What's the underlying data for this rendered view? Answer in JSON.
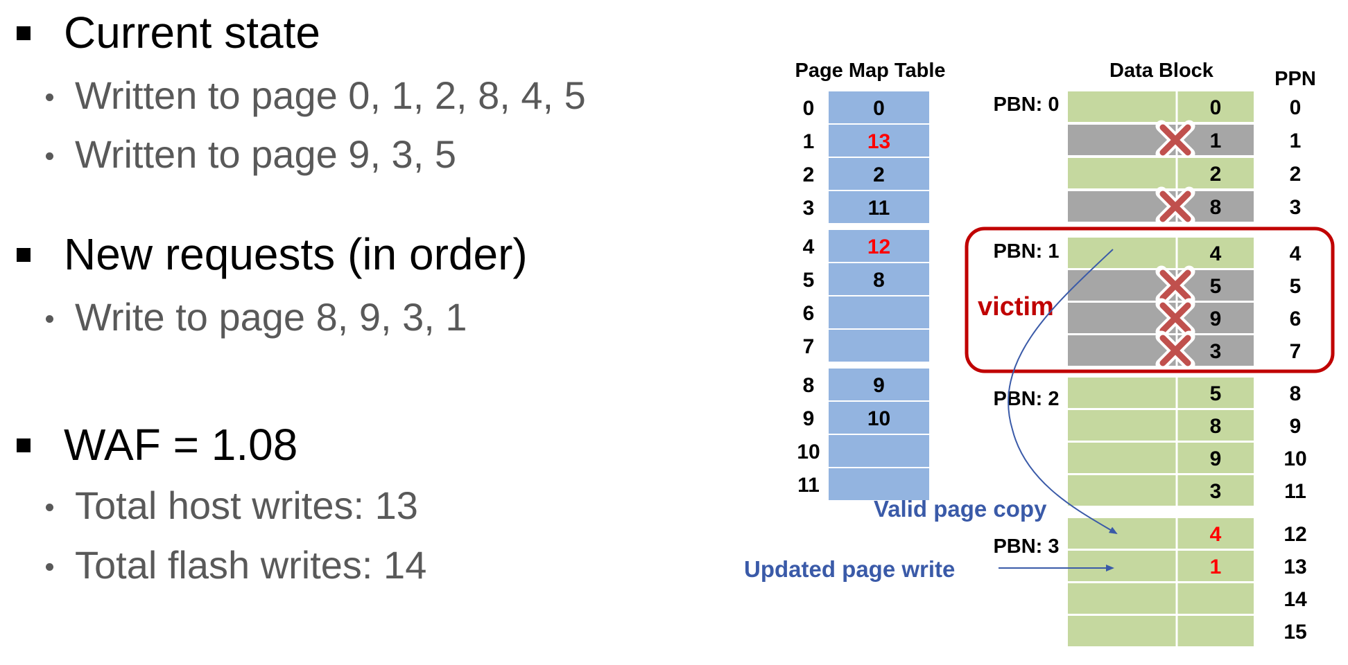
{
  "slide": {
    "sections": [
      {
        "heading": "Current state",
        "items": [
          "Written to page 0, 1, 2, 8, 4, 5",
          "Written to page 9, 3, 5"
        ]
      },
      {
        "heading": "New requests (in order)",
        "items": [
          "Write to page 8, 9, 3, 1"
        ]
      },
      {
        "heading": "WAF = 1.08",
        "items": [
          "Total host writes: 13",
          "Total flash writes: 14"
        ]
      }
    ]
  },
  "diagram": {
    "pmt_title": "Page Map Table",
    "db_title": "Data Block",
    "ppn_title": "PPN",
    "pmt_rows": [
      {
        "index": "0",
        "value": "0",
        "highlight": false
      },
      {
        "index": "1",
        "value": "13",
        "highlight": true
      },
      {
        "index": "2",
        "value": "2",
        "highlight": false
      },
      {
        "index": "3",
        "value": "11",
        "highlight": false
      },
      {
        "index": "4",
        "value": "12",
        "highlight": true
      },
      {
        "index": "5",
        "value": "8",
        "highlight": false
      },
      {
        "index": "6",
        "value": "",
        "highlight": false
      },
      {
        "index": "7",
        "value": "",
        "highlight": false
      },
      {
        "index": "8",
        "value": "9",
        "highlight": false
      },
      {
        "index": "9",
        "value": "10",
        "highlight": false
      },
      {
        "index": "10",
        "value": "",
        "highlight": false
      },
      {
        "index": "11",
        "value": "",
        "highlight": false
      }
    ],
    "pbn_labels": [
      "PBN: 0",
      "PBN: 1",
      "PBN: 2",
      "PBN: 3"
    ],
    "data_rows": [
      {
        "ppn": "0",
        "lpn": "0",
        "state": "valid",
        "new": false
      },
      {
        "ppn": "1",
        "lpn": "1",
        "state": "invalid",
        "new": false
      },
      {
        "ppn": "2",
        "lpn": "2",
        "state": "valid",
        "new": false
      },
      {
        "ppn": "3",
        "lpn": "8",
        "state": "invalid",
        "new": false
      },
      {
        "ppn": "4",
        "lpn": "4",
        "state": "valid",
        "new": false
      },
      {
        "ppn": "5",
        "lpn": "5",
        "state": "invalid",
        "new": false
      },
      {
        "ppn": "6",
        "lpn": "9",
        "state": "invalid",
        "new": false
      },
      {
        "ppn": "7",
        "lpn": "3",
        "state": "invalid",
        "new": false
      },
      {
        "ppn": "8",
        "lpn": "5",
        "state": "valid",
        "new": false
      },
      {
        "ppn": "9",
        "lpn": "8",
        "state": "valid",
        "new": false
      },
      {
        "ppn": "10",
        "lpn": "9",
        "state": "valid",
        "new": false
      },
      {
        "ppn": "11",
        "lpn": "3",
        "state": "valid",
        "new": false
      },
      {
        "ppn": "12",
        "lpn": "4",
        "state": "valid",
        "new": true
      },
      {
        "ppn": "13",
        "lpn": "1",
        "state": "valid",
        "new": true
      },
      {
        "ppn": "14",
        "lpn": "",
        "state": "valid",
        "new": false
      },
      {
        "ppn": "15",
        "lpn": "",
        "state": "valid",
        "new": false
      }
    ],
    "victim_label": "victim",
    "valid_copy_label": "Valid page copy",
    "updated_write_label": "Updated page write",
    "colors": {
      "pmt_cell": "#93b4e0",
      "valid": "#c5d89f",
      "invalid": "#a6a6a6",
      "highlight_text": "#ff0000",
      "victim": "#c00000",
      "annotation": "#3a5aa8",
      "cross": "#c0504d"
    }
  }
}
